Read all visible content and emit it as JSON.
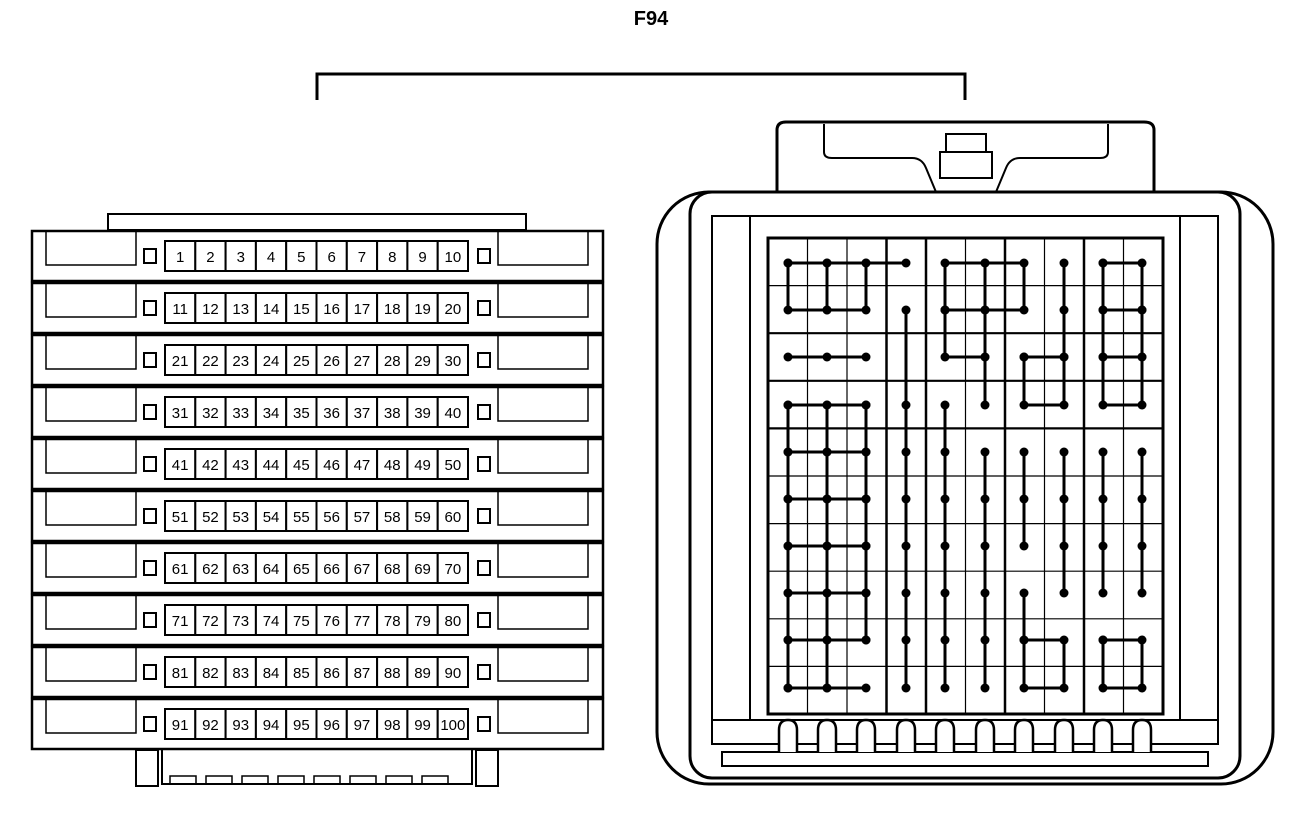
{
  "connector": {
    "title": "F94",
    "rows": 10,
    "columns": 10,
    "pins": [
      "1",
      "2",
      "3",
      "4",
      "5",
      "6",
      "7",
      "8",
      "9",
      "10",
      "11",
      "12",
      "13",
      "14",
      "15",
      "16",
      "17",
      "18",
      "19",
      "20",
      "21",
      "22",
      "23",
      "24",
      "25",
      "26",
      "27",
      "28",
      "29",
      "30",
      "31",
      "32",
      "33",
      "34",
      "35",
      "36",
      "37",
      "38",
      "39",
      "40",
      "41",
      "42",
      "43",
      "44",
      "45",
      "46",
      "47",
      "48",
      "49",
      "50",
      "51",
      "52",
      "53",
      "54",
      "55",
      "56",
      "57",
      "58",
      "59",
      "60",
      "61",
      "62",
      "63",
      "64",
      "65",
      "66",
      "67",
      "68",
      "69",
      "70",
      "71",
      "72",
      "73",
      "74",
      "75",
      "76",
      "77",
      "78",
      "79",
      "80",
      "81",
      "82",
      "83",
      "84",
      "85",
      "86",
      "87",
      "88",
      "89",
      "90",
      "91",
      "92",
      "93",
      "94",
      "95",
      "96",
      "97",
      "98",
      "99",
      "100"
    ]
  }
}
